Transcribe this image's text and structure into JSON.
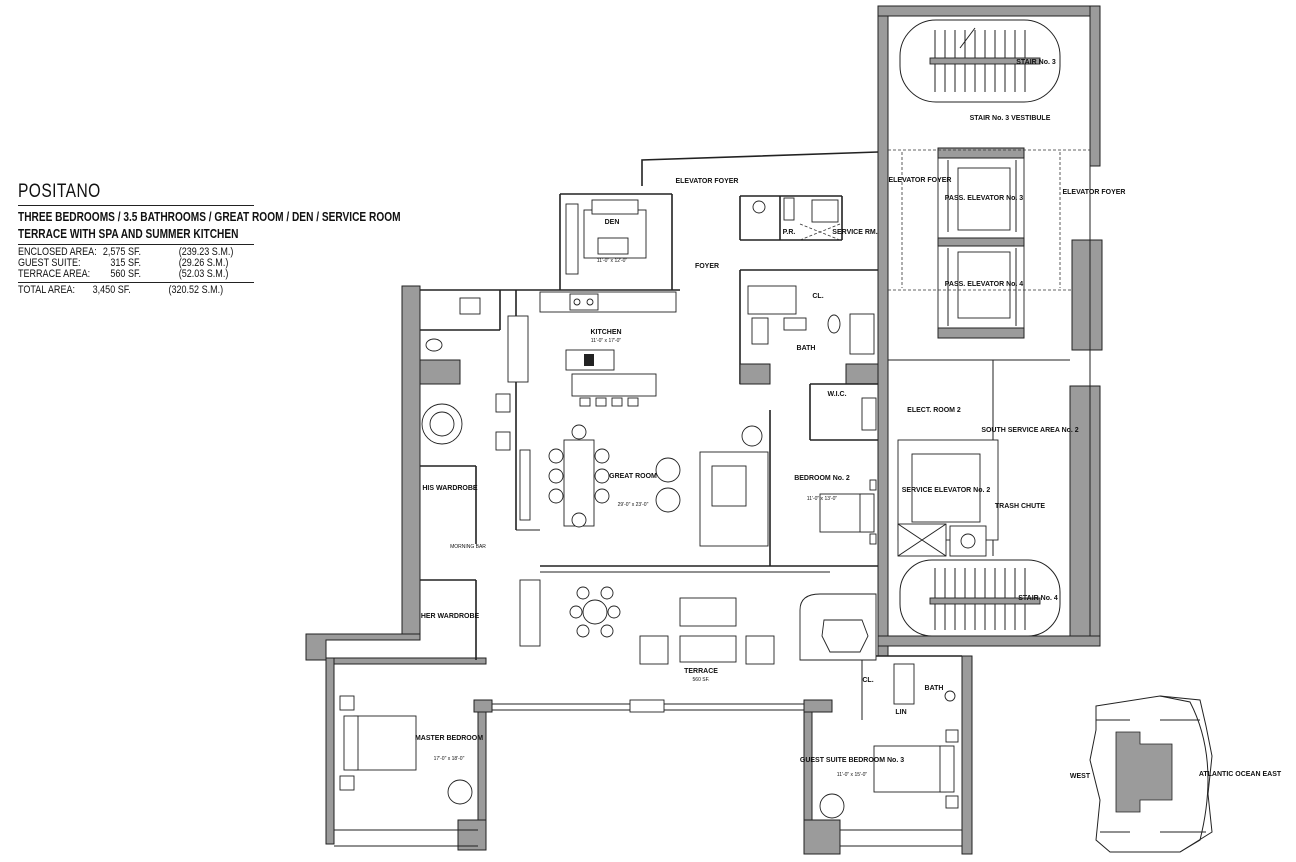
{
  "unit": {
    "name": "POSITANO",
    "description_line1": "THREE BEDROOMS / 3.5 BATHROOMS / GREAT ROOM / DEN / SERVICE ROOM",
    "description_line2": "TERRACE WITH SPA AND SUMMER KITCHEN"
  },
  "areas": [
    {
      "label": "ENCLOSED AREA:",
      "sf": "2,575 SF.",
      "sm": "(239.23 S.M.)"
    },
    {
      "label": "GUEST SUITE:",
      "sf": "315 SF.",
      "sm": "(29.26 S.M.)"
    },
    {
      "label": "TERRACE AREA:",
      "sf": "560 SF.",
      "sm": "(52.03 S.M.)"
    }
  ],
  "total": {
    "label": "TOTAL AREA:",
    "sf": "3,450 SF.",
    "sm": "(320.52 S.M.)"
  },
  "rooms": {
    "elevator_foyer_top": "ELEVATOR FOYER",
    "den": "DEN",
    "den_dim": "11'-0\" x 12'-0\"",
    "foyer": "FOYER",
    "pr": "P.R.",
    "service_rm": "SERVICE RM.",
    "kitchen": "KITCHEN",
    "kitchen_dim": "11'-0\" x 17'-0\"",
    "cl_top": "CL.",
    "bath": "BATH",
    "wic": "W.I.C.",
    "great_room": "GREAT ROOM",
    "great_room_dim": "29'-0\" x 23'-0\"",
    "bedroom2": "BEDROOM No. 2",
    "bedroom2_dim": "11'-0\" x 13'-0\"",
    "his_wardrobe": "HIS WARDROBE",
    "morning_bar": "MORNING BAR",
    "her_wardrobe": "HER WARDROBE",
    "terrace": "TERRACE",
    "terrace_area": "560 SF.",
    "master_bedroom": "MASTER BEDROOM",
    "master_dim": "17'-0\" x 18'-0\"",
    "cl_guest": "CL.",
    "lin": "LIN",
    "bath_guest": "BATH",
    "guest_suite": "GUEST SUITE BEDROOM No. 3",
    "guest_dim": "11'-0\" x 15'-0\"",
    "stair3": "STAIR No. 3",
    "stair3_vestibule": "STAIR No. 3 VESTIBULE",
    "elevator_foyer_left": "ELEVATOR FOYER",
    "pass_elev3": "PASS. ELEVATOR No. 3",
    "elevator_foyer_right": "ELEVATOR FOYER",
    "pass_elev4": "PASS. ELEVATOR No. 4",
    "elect_room2": "ELECT. ROOM 2",
    "south_service": "SOUTH SERVICE AREA No. 2",
    "service_elev": "SERVICE ELEVATOR No. 2",
    "trash_chute": "TRASH CHUTE",
    "stair4": "STAIR No. 4"
  },
  "keyplan": {
    "west": "WEST",
    "east": "ATLANTIC OCEAN EAST"
  }
}
